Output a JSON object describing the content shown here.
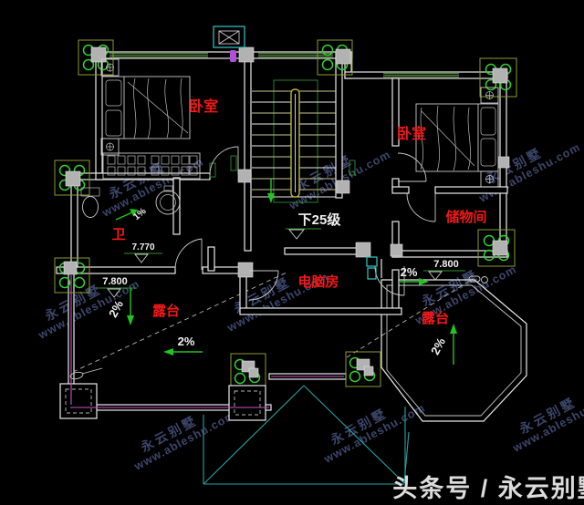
{
  "plan": {
    "rooms": {
      "left_bedroom": "卧室",
      "right_bedroom": "卧室",
      "bathroom": "卫",
      "storage_room": "储物间",
      "computer_room": "电脑房",
      "left_terrace": "露台",
      "right_terrace": "露台"
    },
    "stairs_note": "下25级",
    "levels": {
      "bathroom": "7.770",
      "left_terrace": "7.800",
      "right_terrace": "7.800"
    },
    "slopes": {
      "left_terrace_down": "2%",
      "left_terrace_west": "2%",
      "right_terrace_up": "2%",
      "right_exit": "2%",
      "bathroom_drain": "1%"
    }
  },
  "watermark": {
    "brand": "永云别墅",
    "site": "www.ableshu.com"
  },
  "footer": {
    "caption": "头条号 / 永云别墅"
  },
  "colors": {
    "background": "#000000",
    "wall": "#e8e8e8",
    "label_red": "#f21818",
    "dim_text": "#f0f0f0",
    "green": "#21c521",
    "green_dark": "#2f8f2f",
    "plant": "#2fd32f",
    "plant_frame": "#8a9c2f",
    "teal": "#2aa0a0",
    "cyan": "#35c8c8",
    "magenta": "#c653c6",
    "column": "#b2b2b2",
    "stair_rail": "#b9b432",
    "khaki": "#c9c490",
    "watermark": "#46507a",
    "caption": "#dcdcdc"
  }
}
